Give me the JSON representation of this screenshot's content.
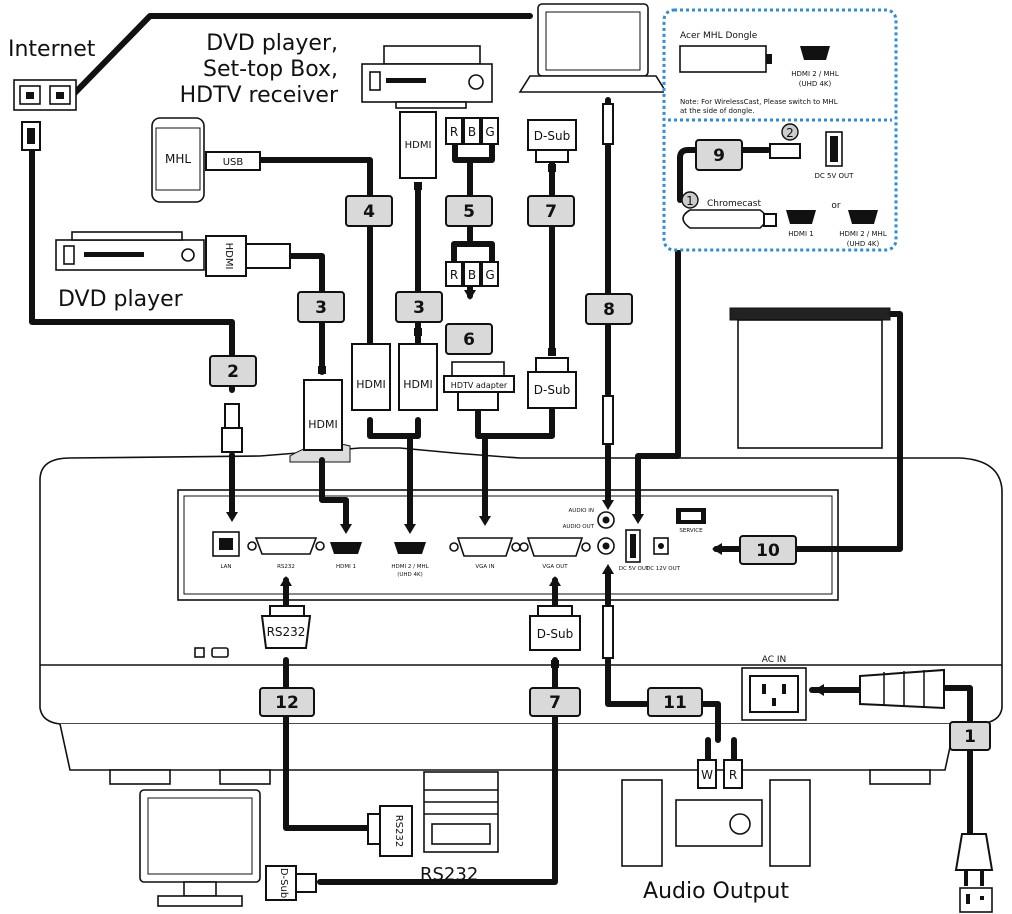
{
  "sources": {
    "internet": "Internet",
    "dvd_stb_line1": "DVD player,",
    "dvd_stb_line2": "Set-top Box,",
    "dvd_stb_line3": "HDTV receiver",
    "dvd_player": "DVD player",
    "rs232_device": "RS232",
    "audio_output": "Audio Output"
  },
  "connectors": {
    "mhl": "MHL",
    "usb": "USB",
    "hdmi": "HDMI",
    "dsub": "D-Sub",
    "rs232": "RS232",
    "hdtv_adapter": "HDTV adapter",
    "rca_r": "R",
    "rca_b": "B",
    "rca_g": "G",
    "rca_w": "W"
  },
  "callouts": [
    "1",
    "2",
    "3",
    "3",
    "4",
    "5",
    "6",
    "7",
    "7",
    "8",
    "9",
    "10",
    "11",
    "12"
  ],
  "inset": {
    "dongle_title": "Acer MHL Dongle",
    "hdmi2_mhl": "HDMI 2 / MHL",
    "uhd4k": "(UHD 4K)",
    "note_line1": "Note:  For WirelessCast, Please switch to MHL",
    "note_line2": "at the side of dongle.",
    "chromecast": "Chromecast",
    "dc5v_out": "DC 5V OUT",
    "hdmi1": "HDMI 1",
    "or": "or",
    "step1": "1",
    "step2": "2"
  },
  "panel": {
    "lan": "LAN",
    "rs232": "RS232",
    "hdmi1": "HDMI 1",
    "hdmi2_mhl": "HDMI 2 / MHL",
    "uhd4k": "(UHD 4K)",
    "vga_in": "VGA IN",
    "vga_out": "VGA OUT",
    "audio_in": "AUDIO IN",
    "audio_out": "AUDIO OUT",
    "dc5v_out": "DC 5V OUT",
    "dc12v_out": "DC 12V OUT",
    "service": "SERVICE",
    "ac_in": "AC IN"
  }
}
